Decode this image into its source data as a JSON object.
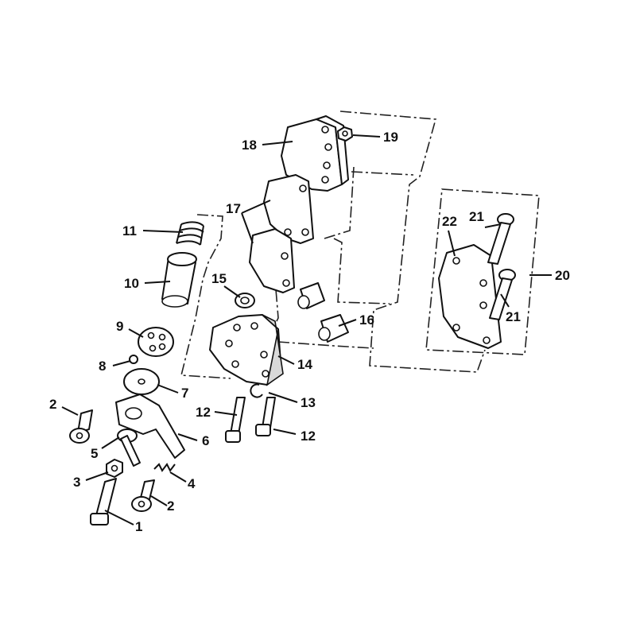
{
  "diagram": {
    "callouts": [
      {
        "id": "c1",
        "text": "1"
      },
      {
        "id": "c2a",
        "text": "2"
      },
      {
        "id": "c2b",
        "text": "2"
      },
      {
        "id": "c3",
        "text": "3"
      },
      {
        "id": "c4",
        "text": "4"
      },
      {
        "id": "c5",
        "text": "5"
      },
      {
        "id": "c6",
        "text": "6"
      },
      {
        "id": "c7",
        "text": "7"
      },
      {
        "id": "c8",
        "text": "8"
      },
      {
        "id": "c9",
        "text": "9"
      },
      {
        "id": "c10",
        "text": "10"
      },
      {
        "id": "c11",
        "text": "11"
      },
      {
        "id": "c12a",
        "text": "12"
      },
      {
        "id": "c12b",
        "text": "12"
      },
      {
        "id": "c13",
        "text": "13"
      },
      {
        "id": "c14",
        "text": "14"
      },
      {
        "id": "c15",
        "text": "15"
      },
      {
        "id": "c16",
        "text": "16"
      },
      {
        "id": "c17",
        "text": "17"
      },
      {
        "id": "c18",
        "text": "18"
      },
      {
        "id": "c19",
        "text": "19"
      },
      {
        "id": "c20",
        "text": "20"
      },
      {
        "id": "c21a",
        "text": "21"
      },
      {
        "id": "c21b",
        "text": "21"
      },
      {
        "id": "c22",
        "text": "22"
      }
    ],
    "colors": {
      "line": "#111111",
      "background": "#ffffff",
      "shade": "#d9d9d9"
    }
  }
}
